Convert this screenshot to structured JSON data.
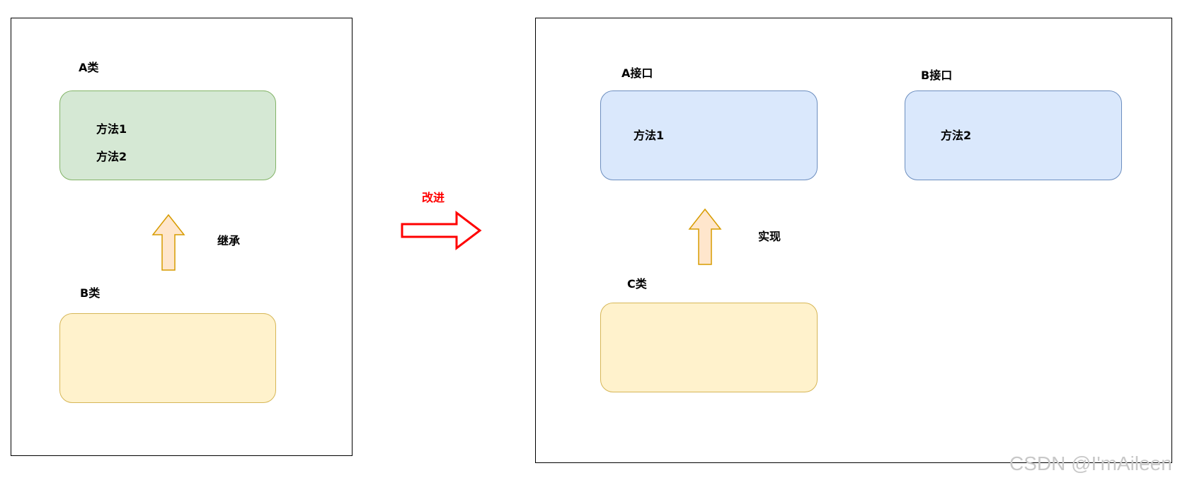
{
  "left_panel": {
    "class_a_title": "A类",
    "class_a_methods": [
      "方法1",
      "方法2"
    ],
    "inherit_label": "继承",
    "class_b_title": "B类"
  },
  "middle": {
    "improve_label": "改进"
  },
  "right_panel": {
    "interface_a_title": "A接口",
    "interface_a_method": "方法1",
    "interface_b_title": "B接口",
    "interface_b_method": "方法2",
    "implement_label": "实现",
    "class_c_title": "C类"
  },
  "watermark": "CSDN @I'mAileen",
  "colors": {
    "green_fill": "#d5e8d4",
    "green_stroke": "#82b366",
    "blue_fill": "#dae8fc",
    "blue_stroke": "#6c8ebf",
    "yellow_fill": "#fff2cc",
    "yellow_stroke": "#d6b656",
    "up_arrow_fill": "#ffe6cc",
    "up_arrow_stroke": "#d79b00",
    "improve_arrow_stroke": "#ff0000"
  }
}
